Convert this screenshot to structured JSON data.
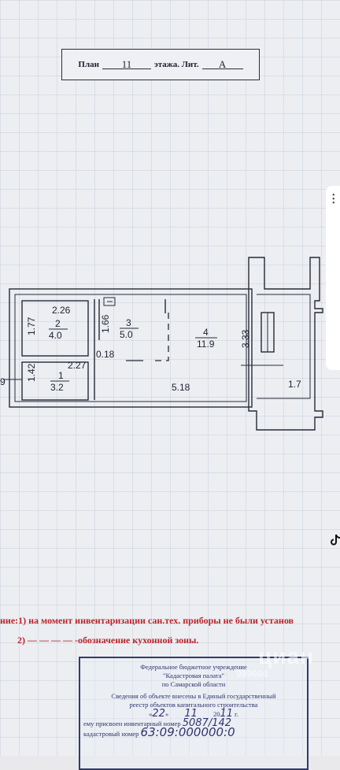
{
  "header": {
    "plan_label": "План",
    "floor_number": "11",
    "floor_label": "этажа. Лит.",
    "lit_value": "А"
  },
  "plan": {
    "rooms": [
      {
        "number": "2",
        "area": "4.0"
      },
      {
        "number": "3",
        "area": "5.0"
      },
      {
        "number": "4",
        "area": "11.9"
      },
      {
        "number": "1",
        "area": "3.2"
      }
    ],
    "dimensions": {
      "room2_width": "2.26",
      "room2_height": "1.77",
      "room3_height": "1.66",
      "room4_height": "3.33",
      "corridor_gap": "0.18",
      "room1_height": "1.42",
      "room1_width": "2.27",
      "bottom_length": "5.18",
      "balcony_width": "1.7",
      "edge_label": "9"
    }
  },
  "notes": {
    "line1": "ние:1) на момент инвентаризации сан.тех. приборы не были установ",
    "line2_prefix": "2) —  —  —  —",
    "line2_text": "-обозначение кухонной зоны."
  },
  "stamp": {
    "line1": "Федеральное бюджетное учреждение",
    "line2": "\"Кадастровая палата\"",
    "line3": "по Самарской области",
    "line4": "Сведения об объекте внесены в Единый государственный",
    "line5": "реестр объектов капитального строительства",
    "date_day": "22",
    "date_month": "11",
    "date_year_prefix": "20",
    "date_year_suffix": "11",
    "date_suffix": "г.",
    "inventory_label": "ему присвоен инвентарный номер",
    "inventory_value": "5087/142",
    "cadastral_label": "кадастровый номер",
    "cadastral_value": "63:09:000000:0"
  },
  "watermark": {
    "brand": "циан",
    "code": "999004"
  }
}
